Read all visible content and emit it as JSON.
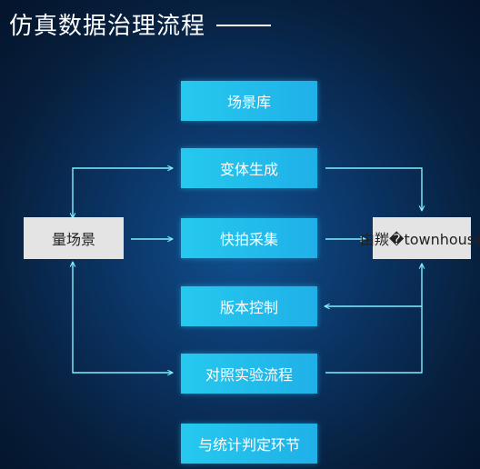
{
  "title": "仿真数据治理流程",
  "nodes": {
    "scene_library": "场景库",
    "variant_generation": "变体生成",
    "fast_capture": "快拍采集",
    "version_control": "版本控制",
    "comparison_experiment": "对照实验流程",
    "statistics_judgment": "与统计判定环节",
    "quantity_scene": "量场景",
    "output": "由羰�townhouse"
  },
  "colors": {
    "teal_box": "#1fb8ea",
    "gray_box": "#e4e4e4",
    "arrow": "#7ff0ff"
  }
}
